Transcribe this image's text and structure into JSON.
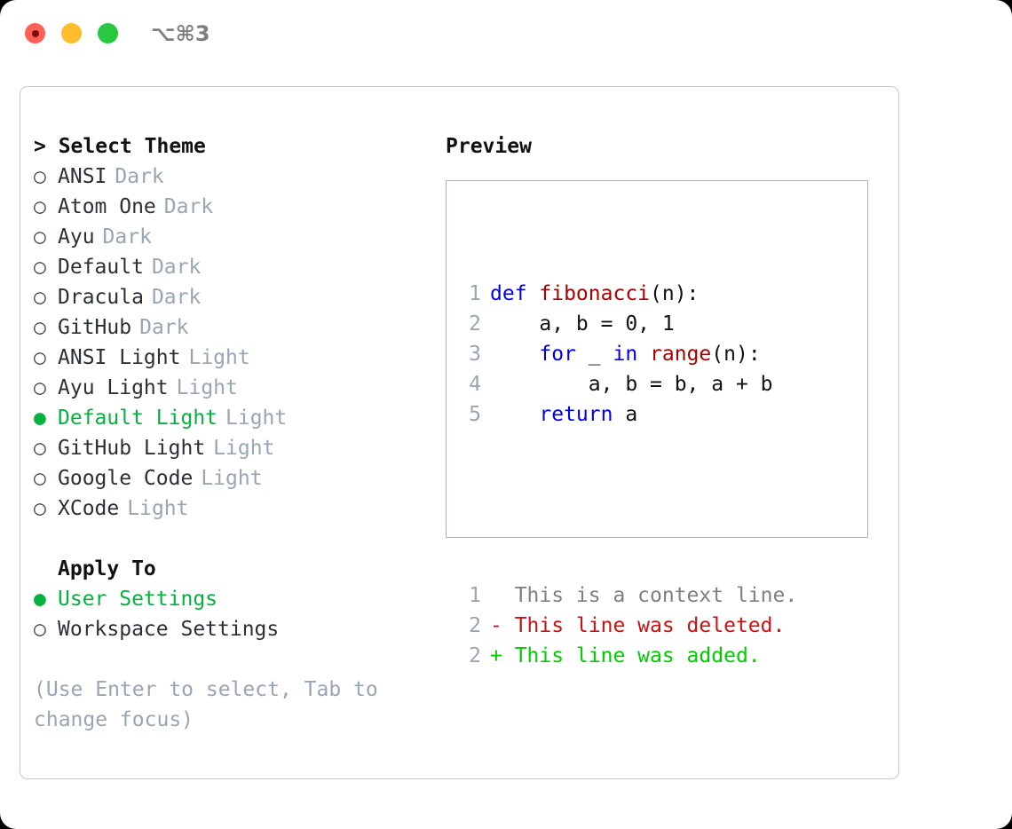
{
  "window": {
    "traffic_lights": [
      "close",
      "minimize",
      "maximize"
    ],
    "shortcut": "⌥⌘3"
  },
  "theme_picker": {
    "header": "> Select Theme",
    "items": [
      {
        "marker": "○",
        "label": "ANSI",
        "tag": "Dark",
        "selected": false
      },
      {
        "marker": "○",
        "label": "Atom One",
        "tag": "Dark",
        "selected": false
      },
      {
        "marker": "○",
        "label": "Ayu",
        "tag": "Dark",
        "selected": false
      },
      {
        "marker": "○",
        "label": "Default",
        "tag": "Dark",
        "selected": false
      },
      {
        "marker": "○",
        "label": "Dracula",
        "tag": "Dark",
        "selected": false
      },
      {
        "marker": "○",
        "label": "GitHub",
        "tag": "Dark",
        "selected": false
      },
      {
        "marker": "○",
        "label": "ANSI Light",
        "tag": "Light",
        "selected": false
      },
      {
        "marker": "○",
        "label": "Ayu Light",
        "tag": "Light",
        "selected": false
      },
      {
        "marker": "●",
        "label": "Default Light",
        "tag": "Light",
        "selected": true
      },
      {
        "marker": "○",
        "label": "GitHub Light",
        "tag": "Light",
        "selected": false
      },
      {
        "marker": "○",
        "label": "Google Code",
        "tag": "Light",
        "selected": false
      },
      {
        "marker": "○",
        "label": "XCode",
        "tag": "Light",
        "selected": false
      }
    ]
  },
  "apply_to": {
    "header": "Apply To",
    "items": [
      {
        "marker": "●",
        "label": "User Settings",
        "selected": true
      },
      {
        "marker": "○",
        "label": "Workspace Settings",
        "selected": false
      }
    ]
  },
  "hint": "(Use Enter to select, Tab to change focus)",
  "preview": {
    "title": "Preview",
    "code_lines": [
      {
        "num": "1",
        "tokens": [
          {
            "t": "def ",
            "c": "kw"
          },
          {
            "t": "fibonacci",
            "c": "fn"
          },
          {
            "t": "(n):",
            "c": "pl"
          }
        ]
      },
      {
        "num": "2",
        "tokens": [
          {
            "t": "    a, b = 0, 1",
            "c": "pl"
          }
        ]
      },
      {
        "num": "3",
        "tokens": [
          {
            "t": "    ",
            "c": "pl"
          },
          {
            "t": "for",
            "c": "kw"
          },
          {
            "t": " _ ",
            "c": "pl"
          },
          {
            "t": "in",
            "c": "kw"
          },
          {
            "t": " ",
            "c": "pl"
          },
          {
            "t": "range",
            "c": "fn"
          },
          {
            "t": "(n):",
            "c": "pl"
          }
        ]
      },
      {
        "num": "4",
        "tokens": [
          {
            "t": "        a, b = b, a + b",
            "c": "pl"
          }
        ]
      },
      {
        "num": "5",
        "tokens": [
          {
            "t": "    ",
            "c": "pl"
          },
          {
            "t": "return",
            "c": "kw"
          },
          {
            "t": " a",
            "c": "pl"
          }
        ]
      }
    ],
    "diff_lines": [
      {
        "num": "1",
        "tokens": [
          {
            "t": "  This is a context line.",
            "c": "ctx"
          }
        ]
      },
      {
        "num": "2",
        "tokens": [
          {
            "t": "- This line was deleted.",
            "c": "del"
          }
        ]
      },
      {
        "num": "2",
        "tokens": [
          {
            "t": "+ This line was added.",
            "c": "add"
          }
        ]
      }
    ]
  },
  "colors": {
    "accent_green": "#06b13e",
    "muted": "#9aa5b4",
    "keyword_blue": "#0000ee",
    "function_red": "#aa0000",
    "diff_deleted": "#cc1111",
    "diff_added": "#00cc00",
    "panel_border": "#c3cad4",
    "preview_border": "#a9b4c2",
    "light_close": "#ff5f57",
    "light_min": "#ffbd2e",
    "light_max": "#28c840"
  }
}
